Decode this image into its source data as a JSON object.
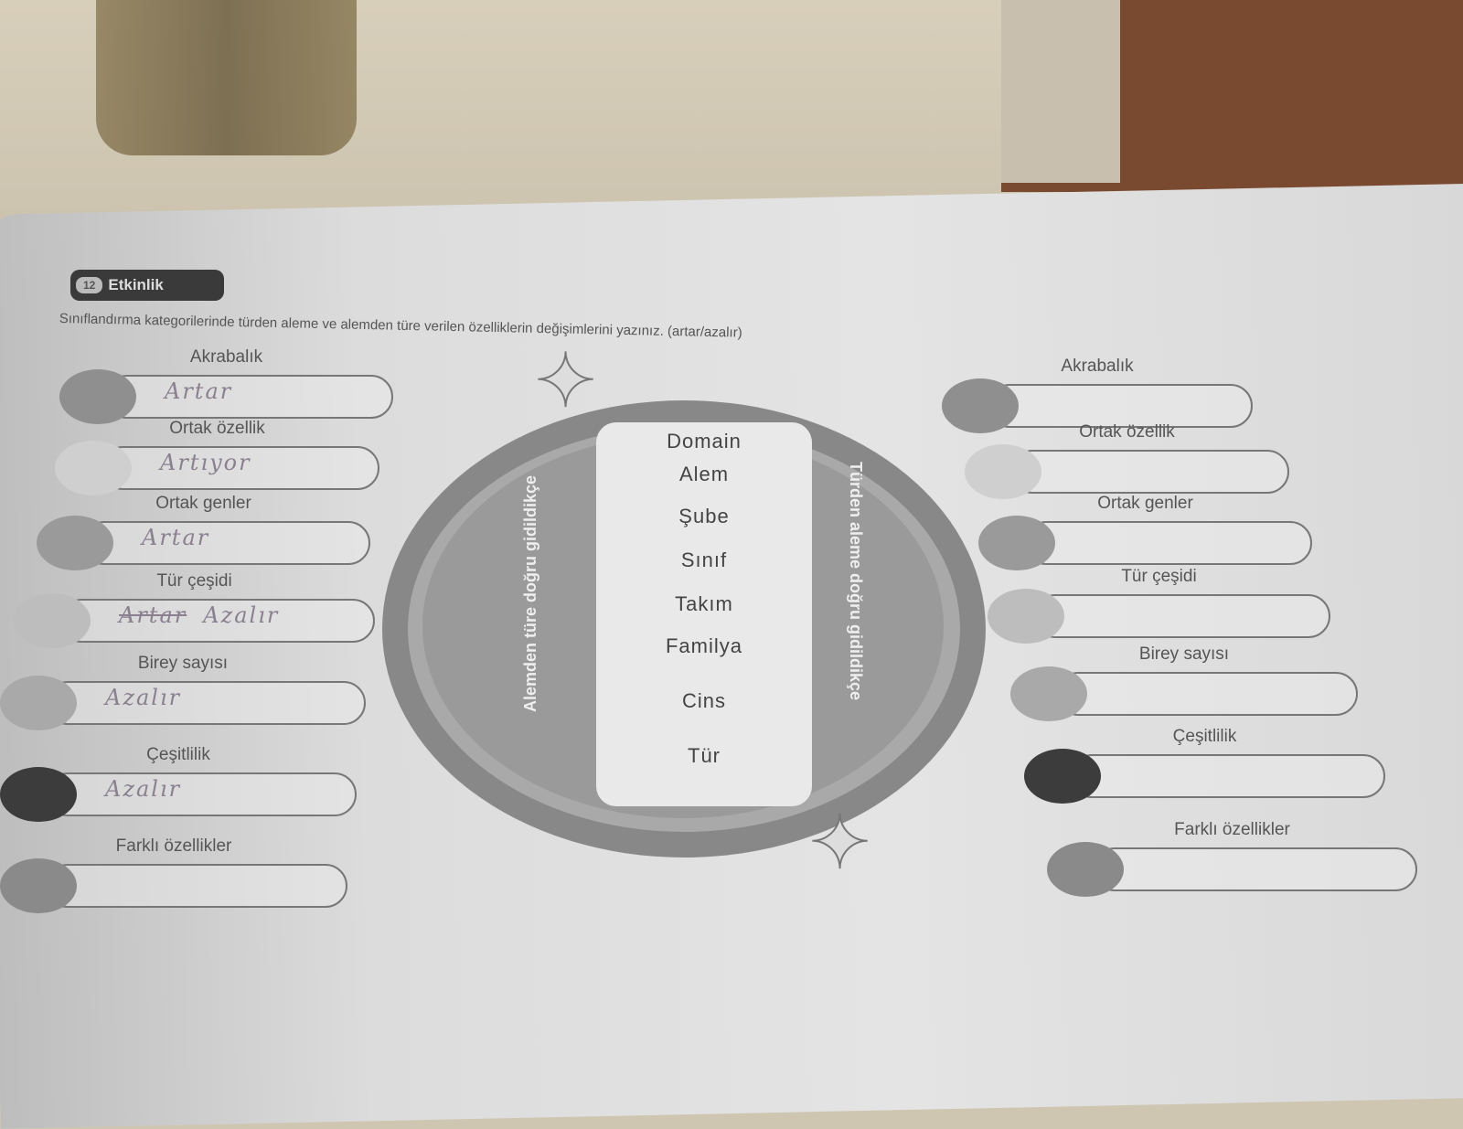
{
  "activity": {
    "number": "12",
    "title": "Etkinlik"
  },
  "instruction": "Sınıflandırma kategorilerinde türden aleme ve alemden türe verilen özelliklerin değişimlerini yazınız. (artar/azalır)",
  "left_items": [
    {
      "label": "Akrabalık",
      "answer": "Artar"
    },
    {
      "label": "Ortak özellik",
      "answer": "Artıyor"
    },
    {
      "label": "Ortak genler",
      "answer": "Artar"
    },
    {
      "label": "Tür çeşidi",
      "struck": "Artar",
      "answer": "Azalır"
    },
    {
      "label": "Birey sayısı",
      "answer": "Azalır"
    },
    {
      "label": "Çeşitlilik",
      "answer": "Azalır"
    },
    {
      "label": "Farklı özellikler",
      "answer": ""
    }
  ],
  "right_items": [
    {
      "label": "Akrabalık"
    },
    {
      "label": "Ortak özellik"
    },
    {
      "label": "Ortak genler"
    },
    {
      "label": "Tür çeşidi"
    },
    {
      "label": "Birey sayısı"
    },
    {
      "label": "Çeşitlilik"
    },
    {
      "label": "Farklı özellikler"
    }
  ],
  "diagram": {
    "left_lane": "Alemden türe doğru gidildikçe",
    "right_lane": "Türden aleme doğru gidildikçe",
    "levels": [
      "Domain",
      "Alem",
      "Şube",
      "Sınıf",
      "Takım",
      "Familya",
      "Cins",
      "Tür"
    ]
  },
  "colors": {
    "dots": [
      "#8f8f8f",
      "#cfcfcf",
      "#9a9a9a",
      "#bdbdbd",
      "#a9a9a9",
      "#3c3c3c",
      "#8a8a8a"
    ]
  }
}
